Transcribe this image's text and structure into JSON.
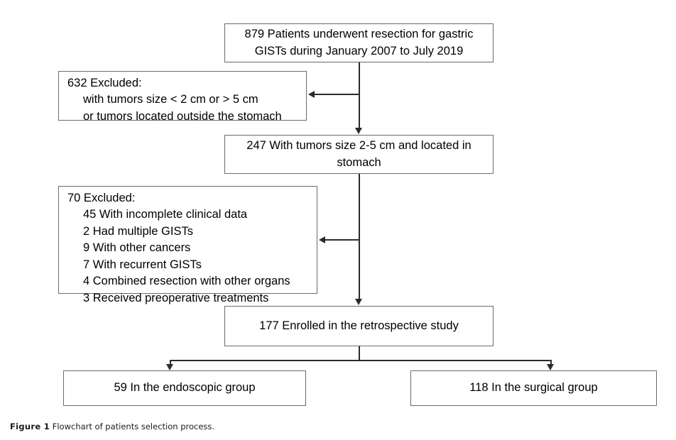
{
  "figure": {
    "caption_label": "Figure 1",
    "caption_text": "Flowchart of patients selection process.",
    "line_color": "#2b2b2b",
    "box_border_color": "#6b6b6b",
    "background": "#ffffff"
  },
  "chart_data": {
    "type": "diagram",
    "title": "Flowchart of patients selection process.",
    "nodes": [
      {
        "id": "source",
        "count": 879,
        "lines": [
          "879 Patients underwent resection for gastric",
          "GISTs during January 2007 to July 2019"
        ]
      },
      {
        "id": "excluded-1",
        "count": 632,
        "lines": [
          "632 Excluded:",
          "with tumors size < 2 cm or > 5 cm",
          "or tumors located outside the stomach"
        ]
      },
      {
        "id": "eligible",
        "count": 247,
        "lines": [
          "247 With tumors size 2-5 cm and located in",
          "stomach"
        ]
      },
      {
        "id": "excluded-2",
        "count": 70,
        "lines": [
          "70 Excluded:",
          "45 With incomplete clinical data",
          "2 Had multiple GISTs",
          "9 With other cancers",
          "7 With recurrent GISTs",
          "4 Combined resection with other organs",
          "3 Received preoperative treatments"
        ]
      },
      {
        "id": "enrolled",
        "count": 177,
        "lines": [
          "177 Enrolled in the retrospective study"
        ]
      },
      {
        "id": "endoscopic-group",
        "count": 59,
        "lines": [
          "59 In the endoscopic group"
        ]
      },
      {
        "id": "surgical-group",
        "count": 118,
        "lines": [
          "118 In the surgical group"
        ]
      }
    ],
    "edges": [
      {
        "from": "source",
        "to": "eligible",
        "type": "arrow-down"
      },
      {
        "from": "source",
        "to": "excluded-1",
        "type": "arrow-left"
      },
      {
        "from": "eligible",
        "to": "enrolled",
        "type": "arrow-down"
      },
      {
        "from": "eligible",
        "to": "excluded-2",
        "type": "arrow-left"
      },
      {
        "from": "enrolled",
        "to": "endoscopic-group",
        "type": "arrow-down-split"
      },
      {
        "from": "enrolled",
        "to": "surgical-group",
        "type": "arrow-down-split"
      }
    ]
  },
  "boxes": {
    "source": {
      "line1": "879 Patients underwent resection for gastric",
      "line2": "GISTs during January 2007 to July 2019"
    },
    "excluded1": {
      "line1": "632 Excluded:",
      "line2": "with tumors size < 2 cm or > 5 cm",
      "line3": "or tumors located outside the stomach"
    },
    "eligible": {
      "line1": "247 With tumors size 2-5 cm and located in",
      "line2": "stomach"
    },
    "excluded2": {
      "line1": "70 Excluded:",
      "line2": "45 With incomplete clinical data",
      "line3": "2 Had multiple GISTs",
      "line4": "9 With other cancers",
      "line5": "7 With recurrent GISTs",
      "line6": "4 Combined resection with other organs",
      "line7": "3 Received preoperative treatments"
    },
    "enrolled": {
      "line1": "177 Enrolled in the retrospective study"
    },
    "endoscopic": {
      "line1": "59 In the endoscopic group"
    },
    "surgical": {
      "line1": "118 In the surgical group"
    }
  }
}
